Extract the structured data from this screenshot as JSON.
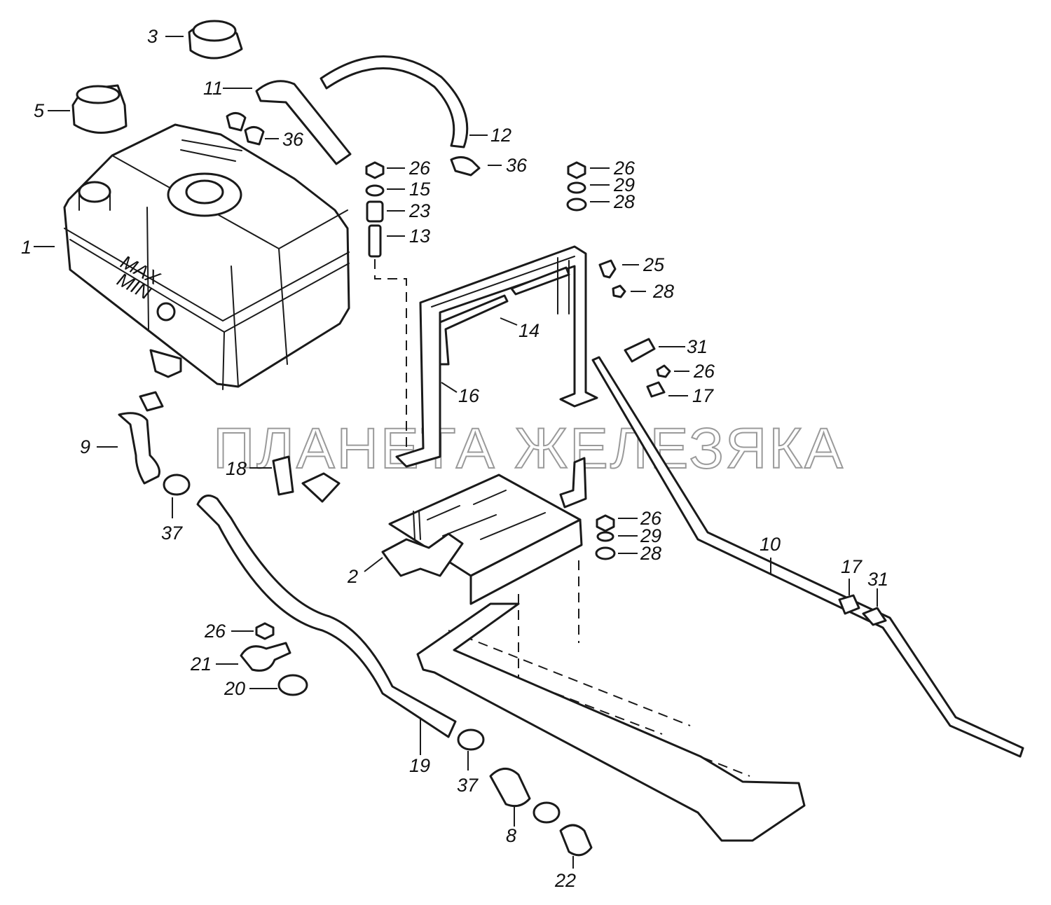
{
  "watermark": "ПЛАНЕТА ЖЕЛЕЗЯКА",
  "callouts": {
    "c1": "1",
    "c2": "2",
    "c3": "3",
    "c5": "5",
    "c8": "8",
    "c9": "9",
    "c10": "10",
    "c11": "11",
    "c12": "12",
    "c13": "13",
    "c14": "14",
    "c15": "15",
    "c16": "16",
    "c17a": "17",
    "c17b": "17",
    "c18": "18",
    "c19": "19",
    "c20": "20",
    "c21": "21",
    "c22": "22",
    "c23": "23",
    "c25": "25",
    "c26a": "26",
    "c26b": "26",
    "c26c": "26",
    "c26d": "26",
    "c26e": "26",
    "c28a": "28",
    "c28b": "28",
    "c28c": "28",
    "c29a": "29",
    "c29b": "29",
    "c31a": "31",
    "c31b": "31",
    "c36a": "36",
    "c36b": "36",
    "c37a": "37",
    "c37b": "37"
  },
  "tank_labels": {
    "max": "MAX",
    "min": "MIN"
  }
}
